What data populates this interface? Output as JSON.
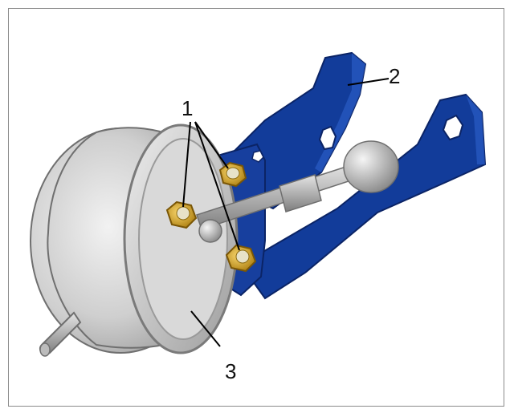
{
  "figure": {
    "callouts": [
      {
        "label": "1"
      },
      {
        "label": "2"
      },
      {
        "label": "3"
      }
    ]
  },
  "colors": {
    "bracket": "#123c9a",
    "bracket_dark": "#0b2466",
    "bracket_light": "#2a5bc4",
    "nut": "#d6a31e",
    "canister": "#c9c9c9",
    "rod": "#9a9a9a",
    "line": "#000000"
  }
}
